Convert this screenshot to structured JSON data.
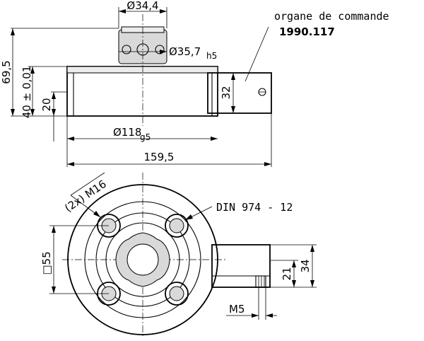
{
  "title": "",
  "control_label": "organe de commande",
  "control_ref": "1990.117",
  "din_label": "DIN 974 - 12",
  "dims": {
    "d_top": "Ø34,4",
    "d_shaft": "Ø35,7",
    "d_shaft_tol": "h5",
    "h_total": "69,5",
    "h_body": "40 ± 0,01",
    "h_flange": "20",
    "h_box": "32",
    "d_body": "Ø118",
    "d_body_tol": "g5",
    "w_total": "159,5",
    "holes": "(2x) M16",
    "square": "□55",
    "w_box_out": "34",
    "w_box_in": "21",
    "thread": "M5"
  }
}
